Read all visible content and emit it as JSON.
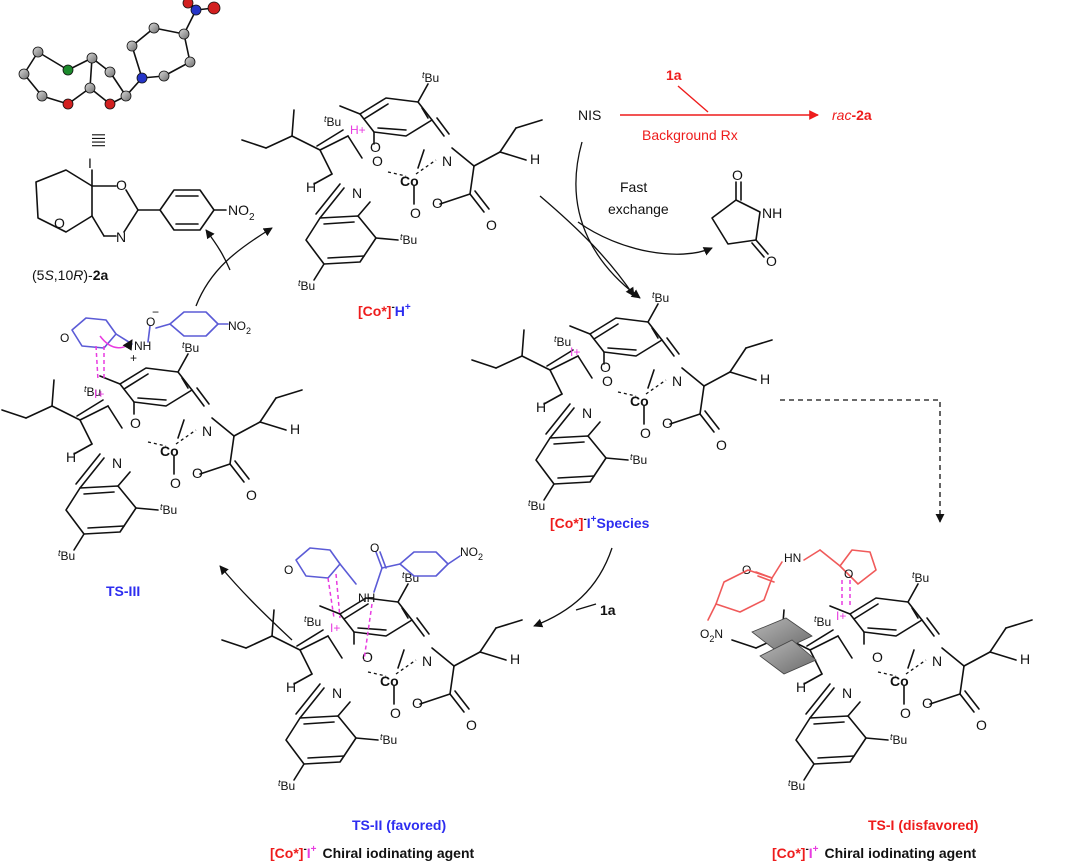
{
  "colors": {
    "red": "#ee1c1c",
    "blue": "#2d2df0",
    "magenta": "#e83be0",
    "purple": "#5b5bd6",
    "salmon": "#f05a5a",
    "black": "#111111"
  },
  "labels": {
    "nis": "NIS",
    "sub_1a_top": "1a",
    "background": "Background Rx",
    "rac": "rac",
    "rac_2a": "-2a",
    "fast": "Fast",
    "exchange": "exchange",
    "product_config": "(5",
    "product_s": "S",
    "product_mid": ",10",
    "product_r": "R",
    "product_tail": ")-",
    "product_2a": "2a",
    "cat_h_bracket": "[Co*]",
    "cat_h_minus": "-",
    "cat_h_cation": "H",
    "cat_h_plus": "+",
    "cat_i_bracket": "[Co*]",
    "cat_i_minus": "-",
    "cat_i_cation": "I",
    "cat_i_plus": "+",
    "cat_i_species": "Species",
    "ts3": "TS-III",
    "ts2": "TS-II (favored)",
    "ts1": "TS-I (disfavored)",
    "chiral_agent_ts2": "Chiral iodinating agent",
    "chiral_agent_ts1": "Chiral iodinating agent",
    "sub_1a_bottom": "1a",
    "co": "Co",
    "n": "N",
    "o": "O",
    "h": "H",
    "nh": "NH",
    "hn": "HN",
    "i_atom": "I",
    "no2": "NO",
    "no2_sub": "2",
    "o2n": "O",
    "o2n_sub": "2",
    "o2n_n": "N",
    "tbu_t": "t",
    "tbu_bu": "Bu",
    "h_plus": "H+",
    "i_plus": "I+",
    "plus": "+",
    "minus": "−",
    "equiv": "||||"
  }
}
